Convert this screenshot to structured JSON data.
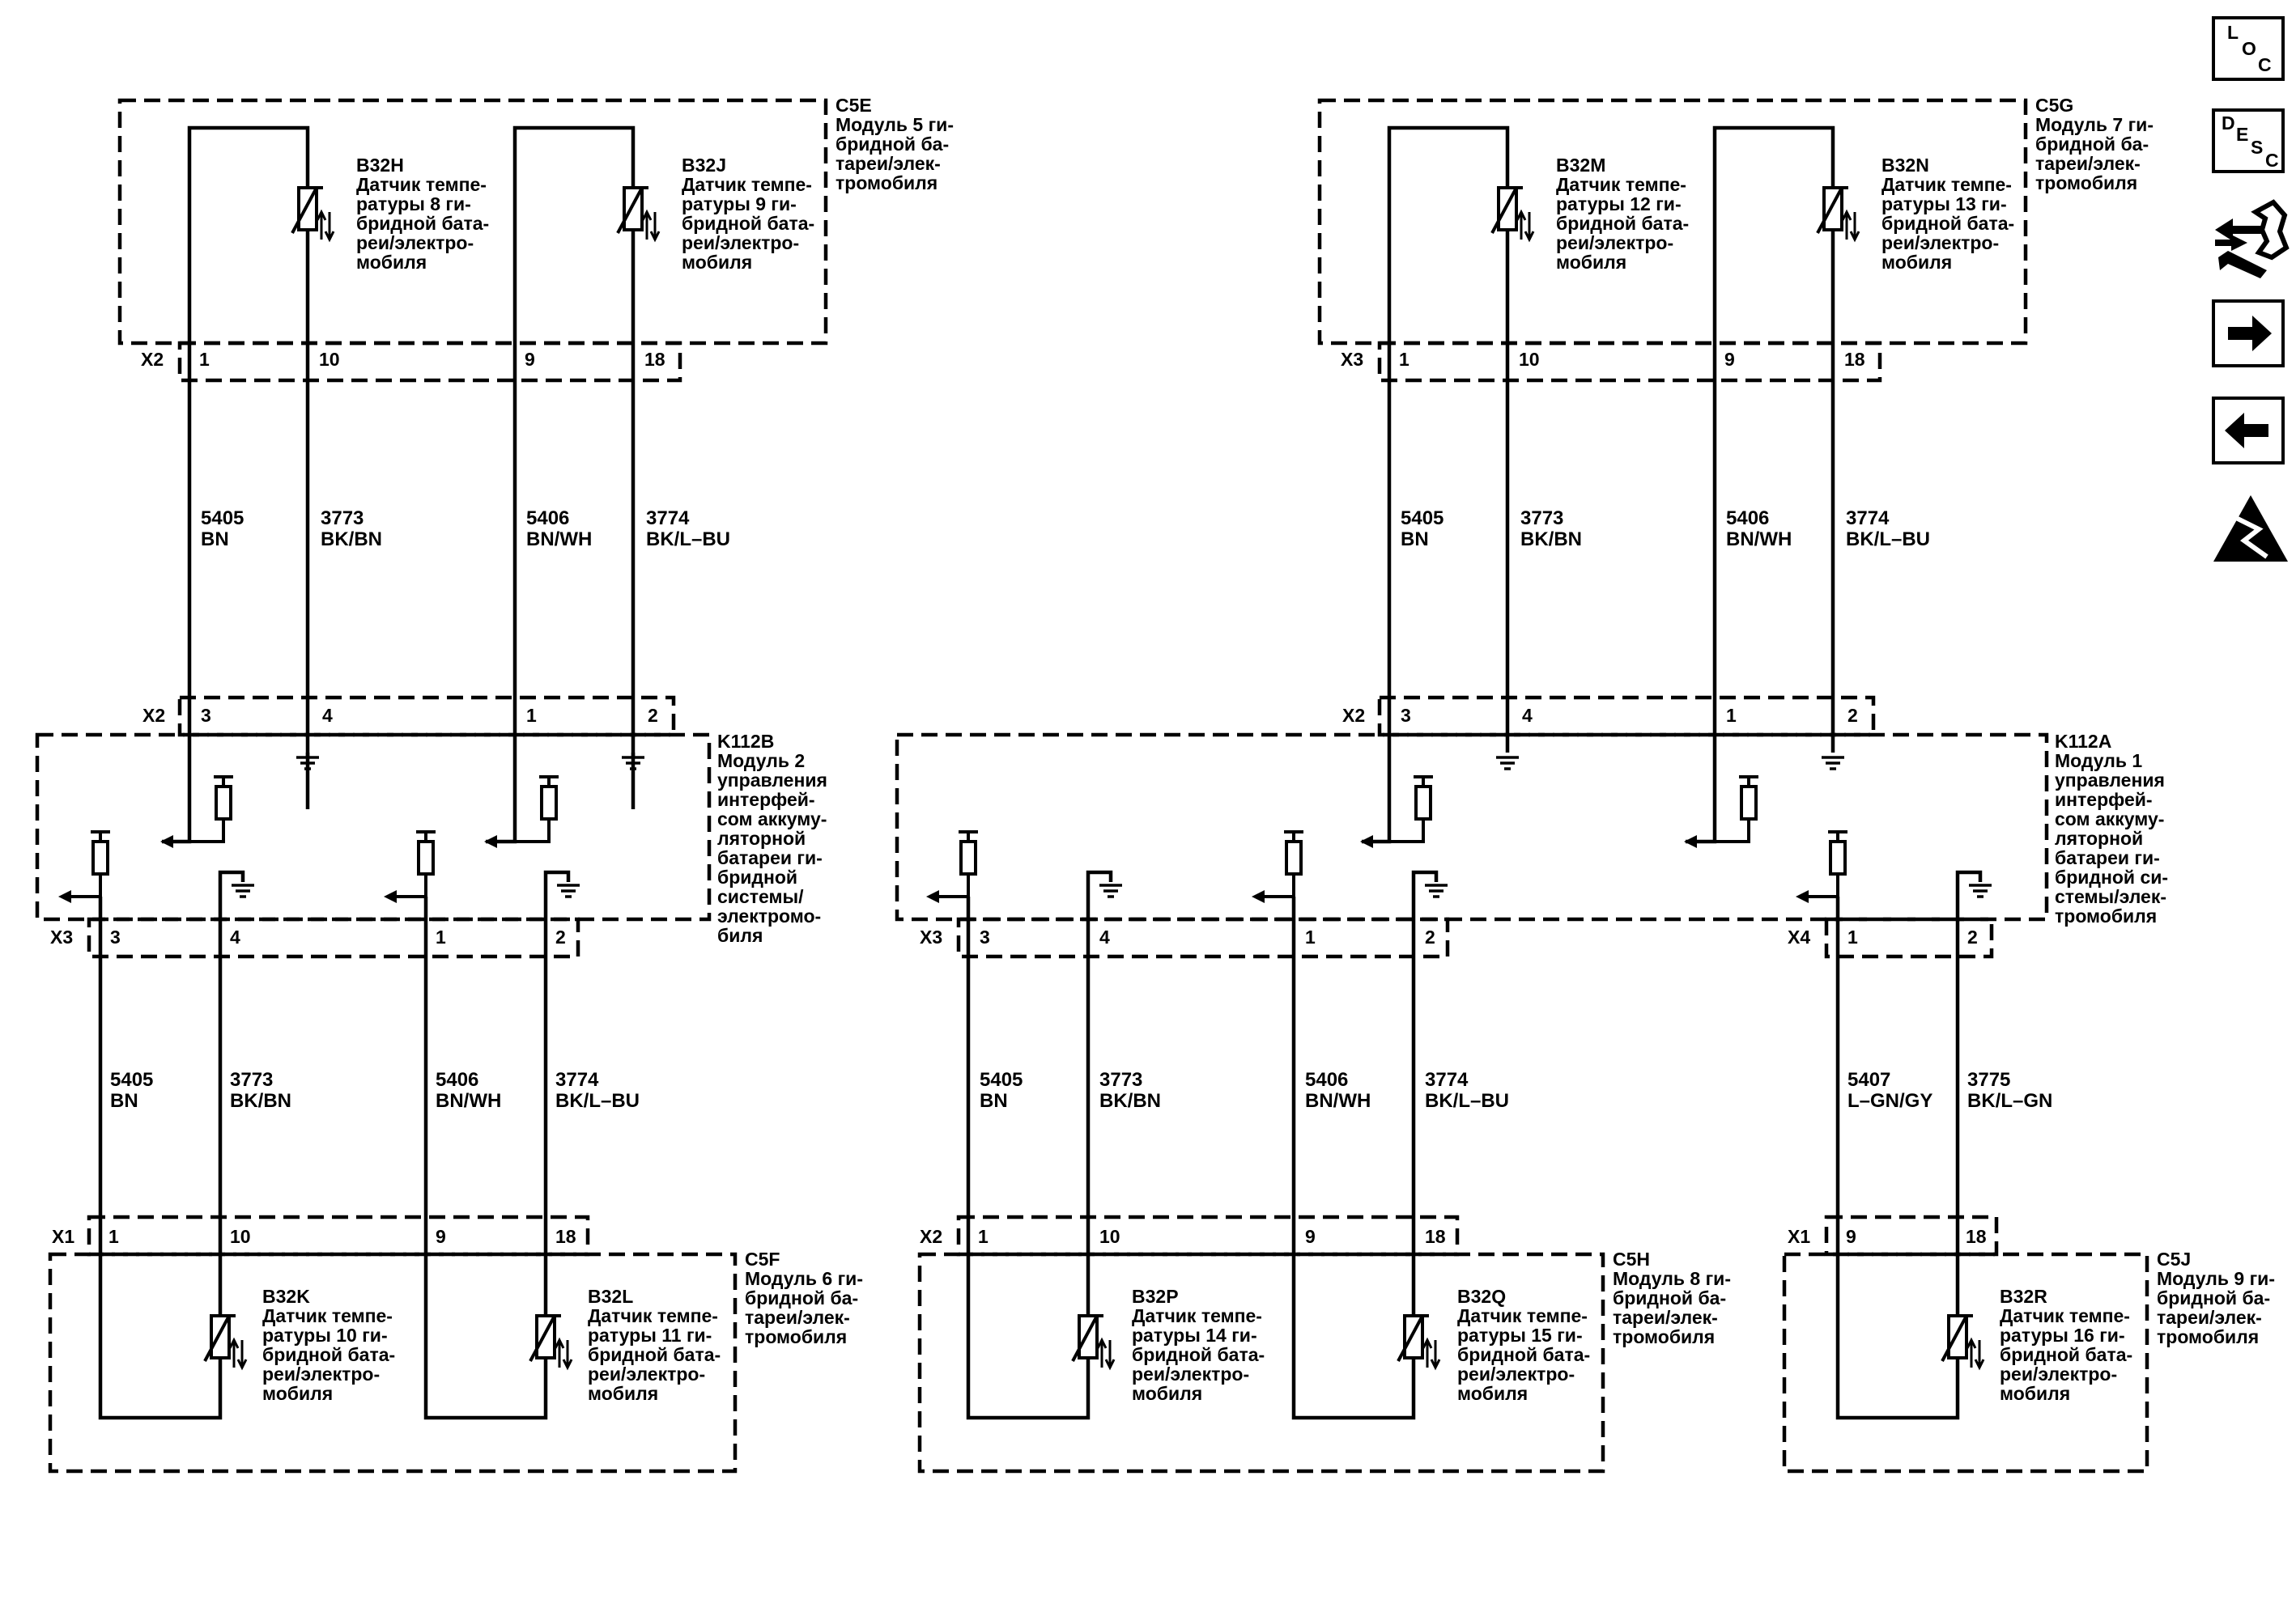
{
  "components": [
    {
      "id": "C5E",
      "lines": [
        "Модуль 5 ги-",
        "бридной ба-",
        "тареи/элек-",
        "тромобиля"
      ]
    },
    {
      "id": "C5G",
      "lines": [
        "Модуль 7 ги-",
        "бридной ба-",
        "тареи/элек-",
        "тромобиля"
      ]
    },
    {
      "id": "K112B",
      "lines": [
        "Модуль 2",
        "управления",
        "интерфей-",
        "сом аккуму-",
        "ляторной",
        "батареи ги-",
        "бридной",
        "системы/",
        "электромо-",
        "биля"
      ]
    },
    {
      "id": "K112A",
      "lines": [
        "Модуль 1",
        "управления",
        "интерфей-",
        "сом аккуму-",
        "ляторной",
        "батареи ги-",
        "бридной си-",
        "стемы/элек-",
        "тромобиля"
      ]
    },
    {
      "id": "C5F",
      "lines": [
        "Модуль 6 ги-",
        "бридной ба-",
        "тареи/элек-",
        "тромобиля"
      ]
    },
    {
      "id": "C5H",
      "lines": [
        "Модуль 8 ги-",
        "бридной ба-",
        "тареи/элек-",
        "тромобиля"
      ]
    },
    {
      "id": "C5J",
      "lines": [
        "Модуль 9 ги-",
        "бридной ба-",
        "тареи/элек-",
        "тромобиля"
      ]
    }
  ],
  "sensors": [
    {
      "id": "B32H",
      "lines": [
        "Датчик темпе-",
        "ратуры 8 ги-",
        "бридной бата-",
        "реи/электро-",
        "мобиля"
      ]
    },
    {
      "id": "B32J",
      "lines": [
        "Датчик темпе-",
        "ратуры 9 ги-",
        "бридной бата-",
        "реи/электро-",
        "мобиля"
      ]
    },
    {
      "id": "B32M",
      "lines": [
        "Датчик темпе-",
        "ратуры 12 ги-",
        "бридной бата-",
        "реи/электро-",
        "мобиля"
      ]
    },
    {
      "id": "B32N",
      "lines": [
        "Датчик темпе-",
        "ратуры 13 ги-",
        "бридной бата-",
        "реи/электро-",
        "мобиля"
      ]
    },
    {
      "id": "B32K",
      "lines": [
        "Датчик темпе-",
        "ратуры 10 ги-",
        "бридной бата-",
        "реи/электро-",
        "мобиля"
      ]
    },
    {
      "id": "B32L",
      "lines": [
        "Датчик темпе-",
        "ратуры 11 ги-",
        "бридной бата-",
        "реи/электро-",
        "мобиля"
      ]
    },
    {
      "id": "B32P",
      "lines": [
        "Датчик темпе-",
        "ратуры 14 ги-",
        "бридной бата-",
        "реи/электро-",
        "мобиля"
      ]
    },
    {
      "id": "B32Q",
      "lines": [
        "Датчик темпе-",
        "ратуры 15 ги-",
        "бридной бата-",
        "реи/электро-",
        "мобиля"
      ]
    },
    {
      "id": "B32R",
      "lines": [
        "Датчик темпе-",
        "ратуры 16 ги-",
        "бридной бата-",
        "реи/электро-",
        "мобиля"
      ]
    }
  ],
  "connectors": {
    "top_left": {
      "name": "X2",
      "pins": [
        "1",
        "10",
        "9",
        "18"
      ]
    },
    "top_right": {
      "name": "X3",
      "pins": [
        "1",
        "10",
        "9",
        "18"
      ]
    },
    "k112b_top": {
      "name": "X2",
      "pins": [
        "3",
        "4",
        "1",
        "2"
      ]
    },
    "k112a_top": {
      "name": "X2",
      "pins": [
        "3",
        "4",
        "1",
        "2"
      ]
    },
    "k112b_bottom": {
      "name": "X3",
      "pins": [
        "3",
        "4",
        "1",
        "2"
      ]
    },
    "k112a_bottom_left": {
      "name": "X3",
      "pins": [
        "3",
        "4",
        "1",
        "2"
      ]
    },
    "k112a_bottom_right": {
      "name": "X4",
      "pins": [
        "1",
        "2"
      ]
    },
    "bottom_left": {
      "name": "X1",
      "pins": [
        "1",
        "10",
        "9",
        "18"
      ]
    },
    "bottom_mid": {
      "name": "X2",
      "pins": [
        "1",
        "10",
        "9",
        "18"
      ]
    },
    "bottom_right": {
      "name": "X1",
      "pins": [
        "9",
        "18"
      ]
    }
  },
  "wires": {
    "top_left": [
      [
        "5405",
        "BN"
      ],
      [
        "3773",
        "BK/BN"
      ],
      [
        "5406",
        "BN/WH"
      ],
      [
        "3774",
        "BK/L–BU"
      ]
    ],
    "top_right": [
      [
        "5405",
        "BN"
      ],
      [
        "3773",
        "BK/BN"
      ],
      [
        "5406",
        "BN/WH"
      ],
      [
        "3774",
        "BK/L–BU"
      ]
    ],
    "bottom_left": [
      [
        "5405",
        "BN"
      ],
      [
        "3773",
        "BK/BN"
      ],
      [
        "5406",
        "BN/WH"
      ],
      [
        "3774",
        "BK/L–BU"
      ]
    ],
    "bottom_mid": [
      [
        "5405",
        "BN"
      ],
      [
        "3773",
        "BK/BN"
      ],
      [
        "5406",
        "BN/WH"
      ],
      [
        "3774",
        "BK/L–BU"
      ]
    ],
    "bottom_right": [
      [
        "5407",
        "L–GN/GY"
      ],
      [
        "3775",
        "BK/L–GN"
      ]
    ]
  },
  "nav_icons": {
    "loc": [
      "L",
      "O",
      "C"
    ],
    "desc": [
      "D",
      "E",
      "S",
      "C"
    ],
    "items": [
      "loc-icon",
      "desc-icon",
      "component-view-icon",
      "next-page-icon",
      "previous-page-icon",
      "high-voltage-warning-icon"
    ]
  }
}
